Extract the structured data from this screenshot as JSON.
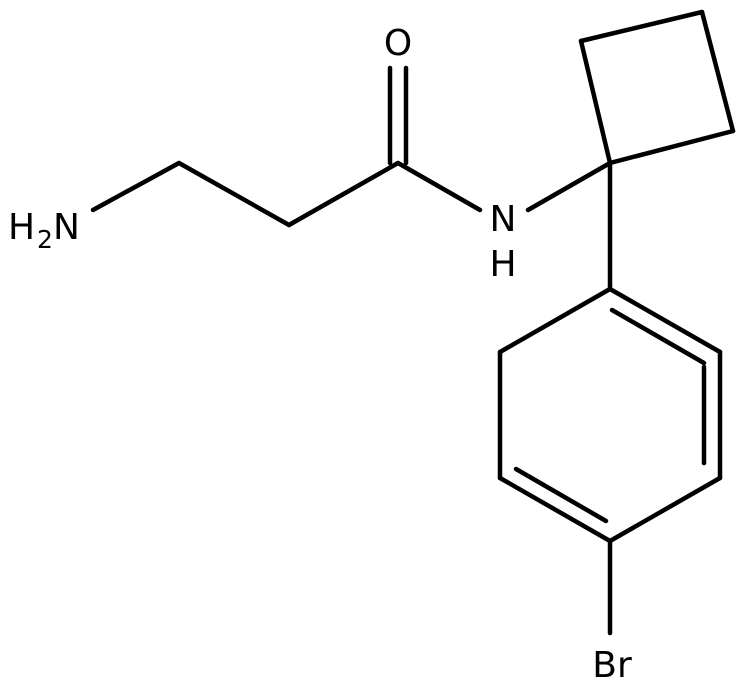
{
  "atoms": {
    "oxygen": "O",
    "amide_n": "N",
    "amide_h": "H",
    "amine_h": "H",
    "amine_sub": "2",
    "amine_n": "N",
    "bromine": "Br"
  },
  "colors": {
    "bond": "#000000",
    "label": "#000000",
    "background": "#ffffff"
  }
}
